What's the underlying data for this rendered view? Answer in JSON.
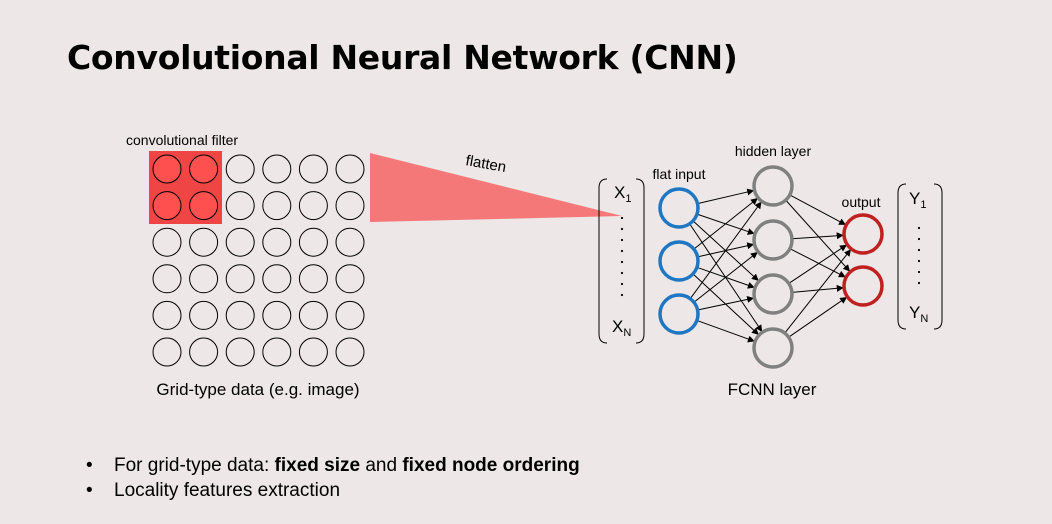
{
  "title": "Convolutional Neural Network (CNN)",
  "grid": {
    "rows": 6,
    "cols": 6,
    "filter_rows": 2,
    "filter_cols": 2
  },
  "labels": {
    "conv_filter": "convolutional filter",
    "grid_caption": "Grid-type data (e.g. image)",
    "flatten": "flatten",
    "flat_input": "flat input",
    "hidden_layer": "hidden layer",
    "output": "output",
    "fcnn_layer": "FCNN layer",
    "x_first": "X",
    "x_first_sub": "1",
    "x_last": "X",
    "x_last_sub": "N",
    "y_first": "Y",
    "y_first_sub": "1",
    "y_last": "Y",
    "y_last_sub": "N"
  },
  "network": {
    "input_nodes": 3,
    "hidden_nodes": 4,
    "output_nodes": 2
  },
  "colors": {
    "background": "#ede7e7",
    "filter_fill": "#f04545",
    "filter_node": "#ff5050",
    "flatten_fill": "#f47878",
    "input_stroke": "#1f77c4",
    "hidden_stroke": "#808080",
    "output_stroke": "#c02020"
  },
  "bullets": {
    "b1_prefix": "For grid-type data: ",
    "b1_bold1": "fixed size",
    "b1_mid": " and ",
    "b1_bold2": "fixed node ordering",
    "b2": "Locality features extraction"
  }
}
